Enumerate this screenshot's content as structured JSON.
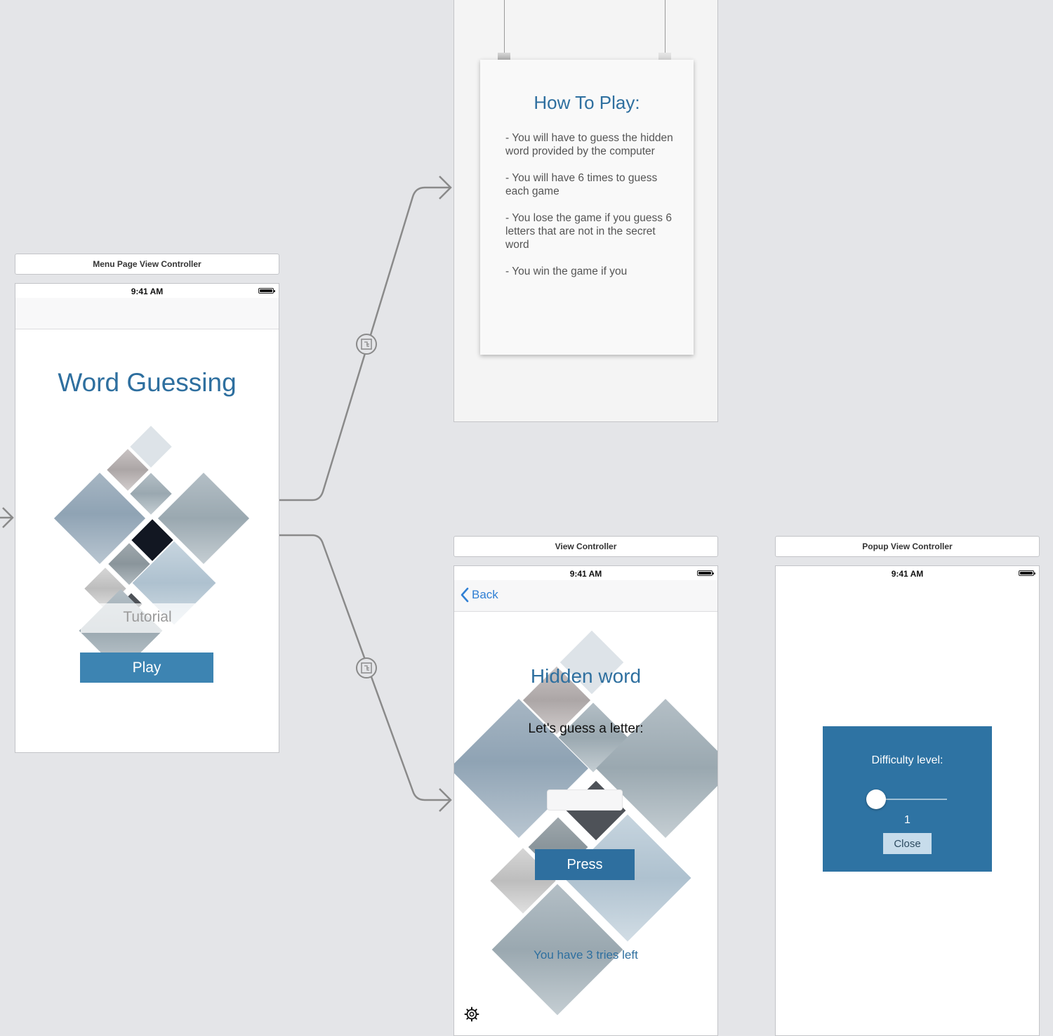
{
  "scenes": {
    "menu": {
      "label": "Menu Page View Controller",
      "time": "9:41 AM",
      "title": "Word Guessing",
      "tutorial_label": "Tutorial",
      "play_label": "Play"
    },
    "tutorial": {
      "title": "How To Play:",
      "rules": [
        "- You will have to guess the hidden word provided by the computer",
        "- You will have 6 times to guess each game",
        "- You lose the game if you guess 6 letters that are not in the secret word",
        "- You win the game if you"
      ]
    },
    "game": {
      "label": "View Controller",
      "time": "9:41 AM",
      "back_label": "Back",
      "hidden_word": "Hidden word",
      "prompt": "Let's guess a letter:",
      "input_value": "",
      "press_label": "Press",
      "tries_text": "You have 3 tries left",
      "settings_icon": "gear-icon"
    },
    "popup": {
      "label": "Popup View Controller",
      "time": "9:41 AM",
      "difficulty_label": "Difficulty level:",
      "slider_value": "1",
      "close_label": "Close"
    }
  },
  "colors": {
    "canvas": "#e4e5e8",
    "accent": "#2e6f9f",
    "button": "#3a80ad",
    "popup_bg": "#2e73a3",
    "ios_blue": "#2f7fd4",
    "segue_line": "#8a8a8a"
  }
}
